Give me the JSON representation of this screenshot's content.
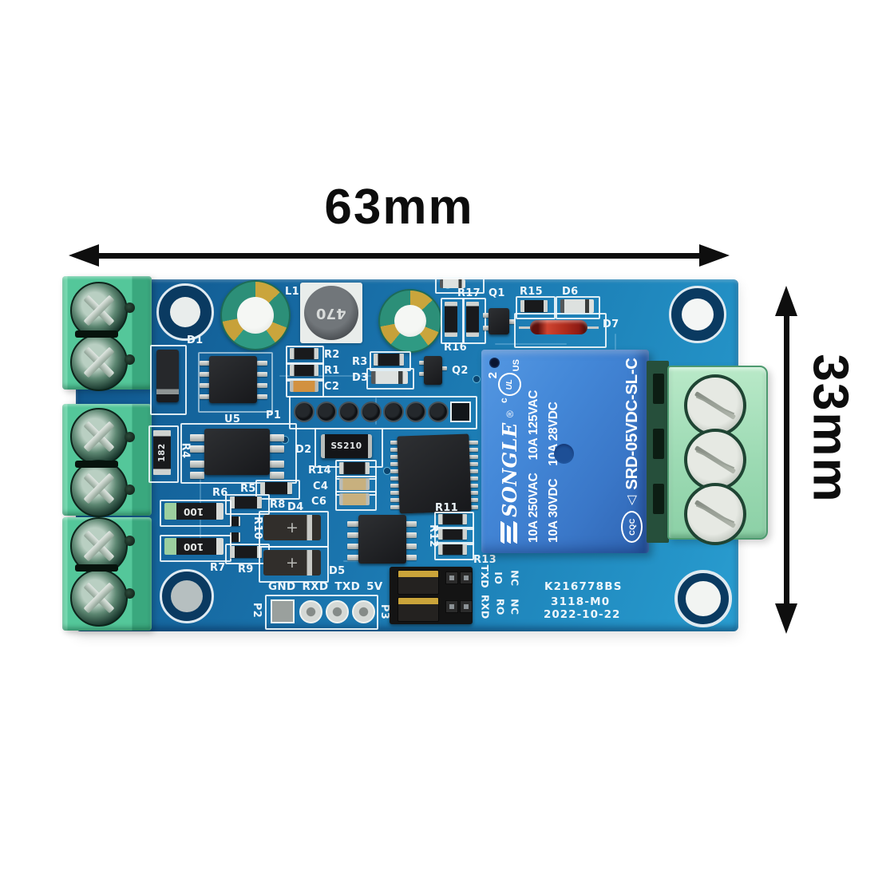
{
  "dimensions": {
    "width_label": "63mm",
    "height_label": "33mm"
  },
  "board": {
    "silkscreen": {
      "d1": "D1",
      "l1": "L1",
      "r17": "R17",
      "r16": "R16",
      "q1": "Q1",
      "r15": "R15",
      "d6": "D6",
      "d7": "D7",
      "r2": "R2",
      "r1": "R1",
      "c2": "C2",
      "r3": "R3",
      "d3": "D3",
      "q2": "Q2",
      "p1": "P1",
      "u5": "U5",
      "r4": "R4",
      "d2": "D2",
      "r14": "R14",
      "c4": "C4",
      "c6": "C6",
      "r5": "R5",
      "r6": "R6",
      "r8": "R8",
      "r10": "R10",
      "r7": "R7",
      "r9": "R9",
      "d4": "D4",
      "d5": "D5",
      "r11": "R11",
      "r12": "R12",
      "r13": "R13",
      "p2": "P2",
      "p3": "P3"
    },
    "values": {
      "inductor": "470",
      "r4": "182",
      "d2": "SS210",
      "r6": "100",
      "r7": "100"
    },
    "io_header": "GND RXD TXD 5V",
    "serial": "K216778BS",
    "batch": "3118-M0",
    "date": "2022-10-22",
    "jumper_labels": {
      "col1_top": "TXD",
      "col1_bottom": "RXD",
      "col2_top": "IO",
      "col2_bottom": "RO",
      "col3_top": "NC",
      "col3_bottom": "NC"
    }
  },
  "relay": {
    "brand": "SONGLE",
    "reg": "®",
    "ul_c": "c",
    "ul": "UL",
    "ul_us": "US",
    "ul_num": "2",
    "rating_row1_a": "10A 250VAC",
    "rating_row1_b": "10A 125VAC",
    "rating_row2_a": "10A 30VDC",
    "rating_row2_b": "10A 28VDC",
    "cqc": "CQC",
    "triangle_mark": "◁",
    "model": "SRD-05VDC-SL-C"
  },
  "colors": {
    "board_blue": "#1769A6",
    "board_light": "#2A9ED1",
    "relay_blue": "#3F7FD2",
    "terminal_green": "#4FC497",
    "terminal_mint": "#A5E0BA",
    "silkscreen_white": "#EEF6FB",
    "arrow_black": "#0E0E0E",
    "cap_teal": "#2E9E85",
    "jumper_gold": "#CAA43A"
  }
}
